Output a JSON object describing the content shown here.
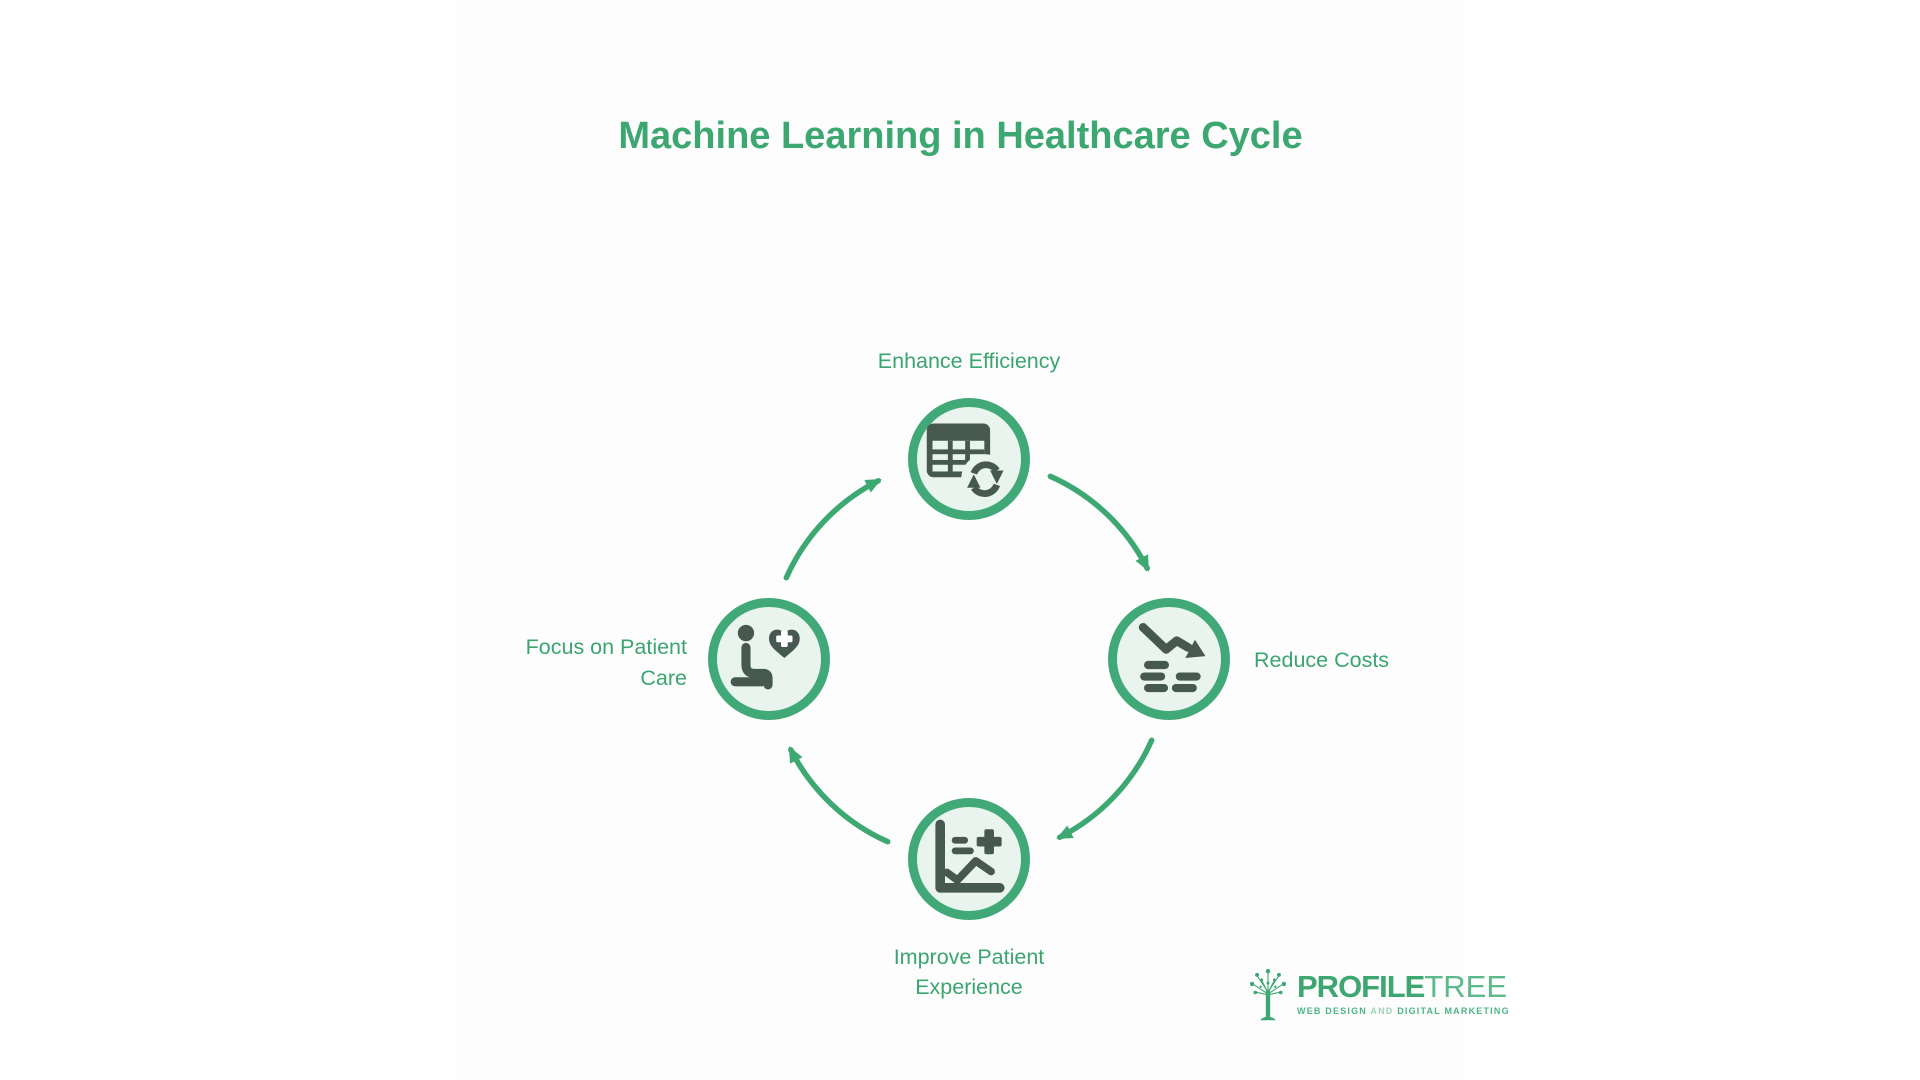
{
  "page": {
    "title": "Machine Learning in Healthcare Cycle"
  },
  "cycle": {
    "type": "circular-process-diagram",
    "direction": "clockwise",
    "nodes": [
      {
        "position": "top",
        "label": "Enhance Efficiency",
        "icon": "table-sync-icon"
      },
      {
        "position": "right",
        "label": "Reduce Costs",
        "icon": "trend-down-coins-icon"
      },
      {
        "position": "bottom",
        "label": "Improve Patient Experience",
        "icon": "health-chart-plus-icon"
      },
      {
        "position": "left",
        "label": "Focus on Patient Care",
        "icon": "patient-heart-icon"
      }
    ]
  },
  "branding": {
    "logo_icon": "profiletree-tree-icon",
    "name_primary": "PROFILE",
    "name_secondary": "TREE",
    "tagline_left": "WEB DESIGN",
    "tagline_mid": "AND",
    "tagline_right": "DIGITAL MARKETING"
  },
  "colors": {
    "accent_green": "#3DA771",
    "ring_green": "#41A878",
    "node_fill": "#E9F4EE",
    "icon_dark": "#46584F",
    "canvas": "#FDFDFE"
  }
}
